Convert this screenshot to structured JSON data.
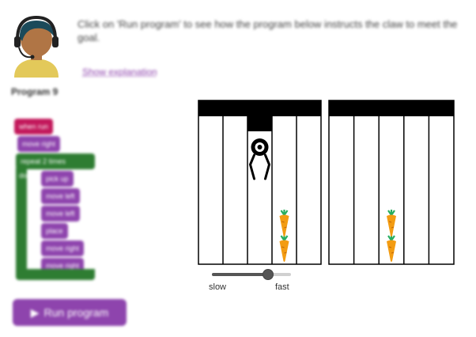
{
  "instruction": "Click on 'Run program' to see how the program below instructs the claw to meet the goal.",
  "show_explanation": "Show explanation",
  "program_label": "Program 9",
  "blocks": {
    "when_run": "when run",
    "move_right": "move right",
    "repeat": "repeat 2 times",
    "do": "do",
    "pick_up": "pick up",
    "move_left_1": "move left",
    "move_left_2": "move left",
    "place": "place",
    "move_right_1": "move right",
    "move_right_2": "move right"
  },
  "run_button": "Run program",
  "speed": {
    "slow": "slow",
    "fast": "fast",
    "value": 0.7
  },
  "simulation": {
    "left_columns": 5,
    "right_columns": 5,
    "claw_column": 3,
    "left_stack_column": 4,
    "left_stack_count": 2,
    "right_stack_column": 3,
    "right_stack_count": 2
  },
  "colors": {
    "purple": "#8e44ad",
    "red_block": "#c2185b",
    "green_block": "#2e7d32",
    "carrot": "#f39c12",
    "carrot_leaf": "#27ae60"
  }
}
